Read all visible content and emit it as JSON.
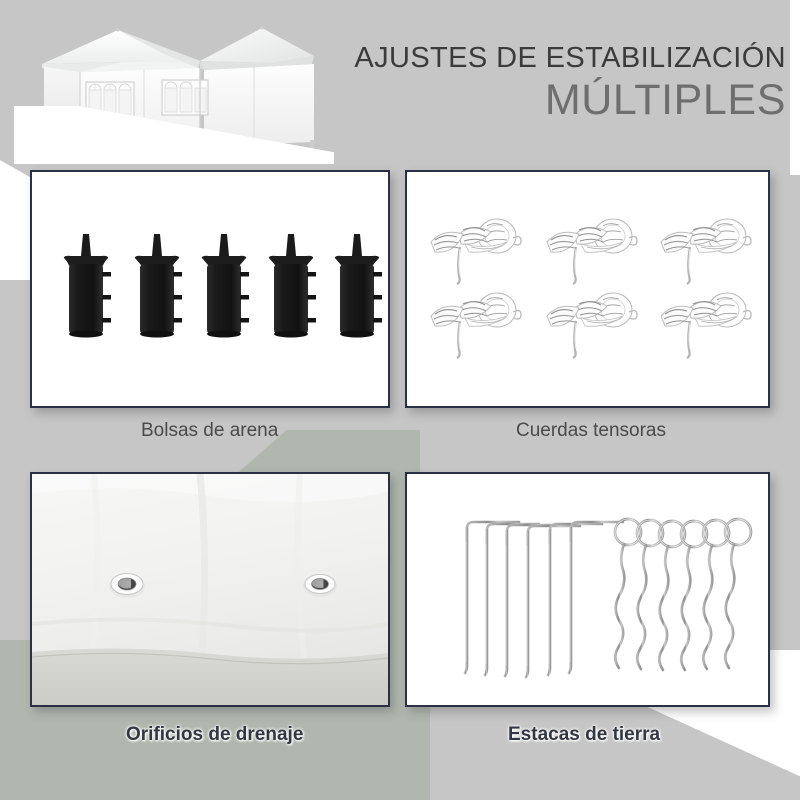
{
  "headline": {
    "line1": "AJUSTES DE ESTABILIZACIÓN",
    "line2": "MÚLTIPLES"
  },
  "hero": {
    "alt": "gazebo-party-tent-white-with-side-walls"
  },
  "panels": [
    {
      "id": "sandbags",
      "caption": "Bolsas de arena",
      "content": "five-black-weight-sandbags-with-funnel-top",
      "count": 5
    },
    {
      "id": "ropes",
      "caption": "Cuerdas tensoras",
      "content": "six-coiled-white-guy-ropes",
      "count": 6
    },
    {
      "id": "drain",
      "caption": "Orificios de drenaje",
      "content": "white-canopy-fabric-with-two-metal-grommets",
      "count": 2
    },
    {
      "id": "stakes",
      "caption": "Estacas de tierra",
      "content": "six-l-hook-stakes-and-six-ring-top-spiral-stakes",
      "count": 12
    }
  ],
  "colors": {
    "background": "#c6c6c6",
    "background_accent": "#b1b7af",
    "panel_border": "#2b3044",
    "panel_fill": "#ffffff",
    "headline_primary": "#3b3b3b",
    "headline_secondary": "#6e6e6e",
    "caption_text": "#4a4a4a",
    "sandbag_black": "#1d1d1d",
    "metal_grey": "#9a9a9a"
  }
}
